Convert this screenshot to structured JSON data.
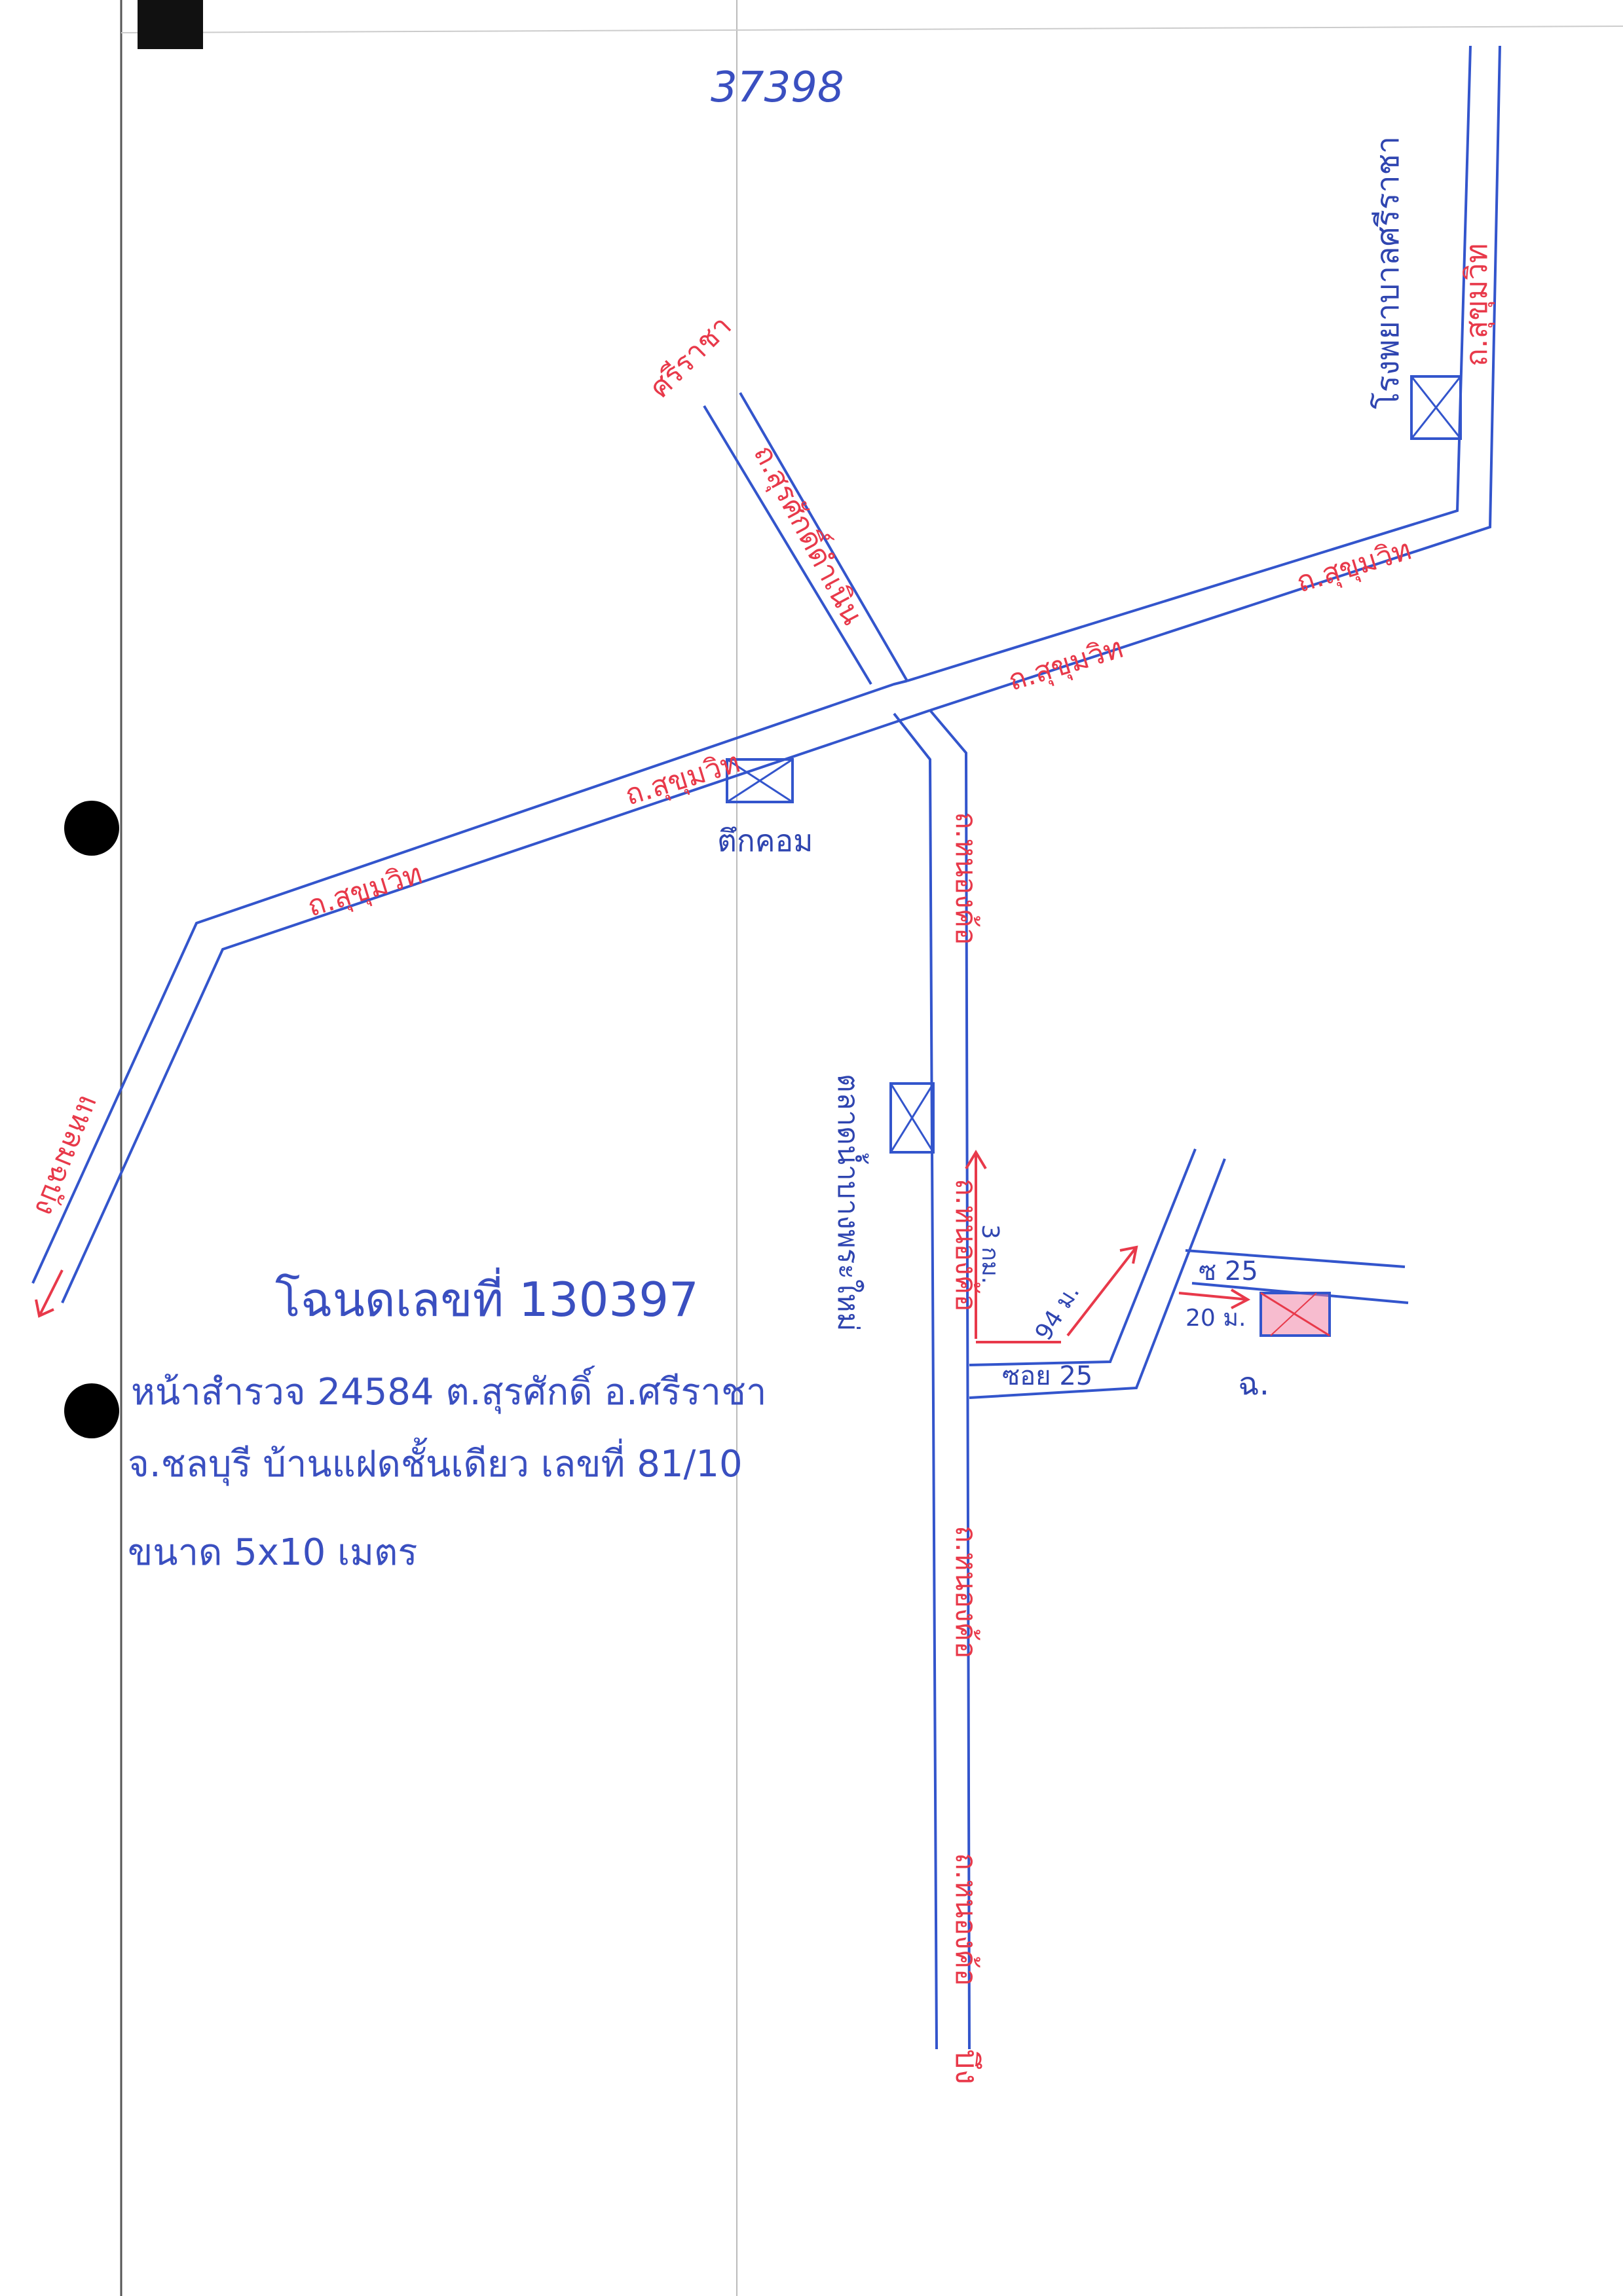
{
  "document_number": "37398",
  "deed_info": {
    "line1": "โฉนดเลขที่ 130397",
    "line2": "หน้าสำรวจ 24584 ต.สุรศักดิ์ อ.ศรีราชา",
    "line3": "จ.ชลบุรี บ้านแฝดชั้นเดียว เลขที่ 81/10",
    "line4": "ขนาด 5x10 เมตร"
  },
  "road_labels": {
    "sukhumvit": "ถ.สุขุมวิท",
    "surasak": "ถ.สุรศักดิ์ดำเนิน",
    "sriracha": "ศรีราชา",
    "nong_kho": "ถ.หนองค้อ",
    "laem_chabang": "แหลมฉบัง",
    "bueng": "บึง",
    "soi25": "ซอย 25",
    "soi25_short": "ซ 25"
  },
  "landmarks": {
    "hospital": "โรงพยาบาลศรีราชา",
    "tuk_com": "ตึกคอม",
    "market": "ตลาดน้ำบางพระใหม่",
    "north_mark": "ฉ."
  },
  "distances": {
    "d1": "3 กม.",
    "d2": "94 ม.",
    "d3": "20 ม."
  },
  "colors": {
    "road_stroke": "#3355cc",
    "label_red": "#e8394a",
    "ink_blue": "#2f45b0",
    "property_fill": "#f07aa0"
  }
}
